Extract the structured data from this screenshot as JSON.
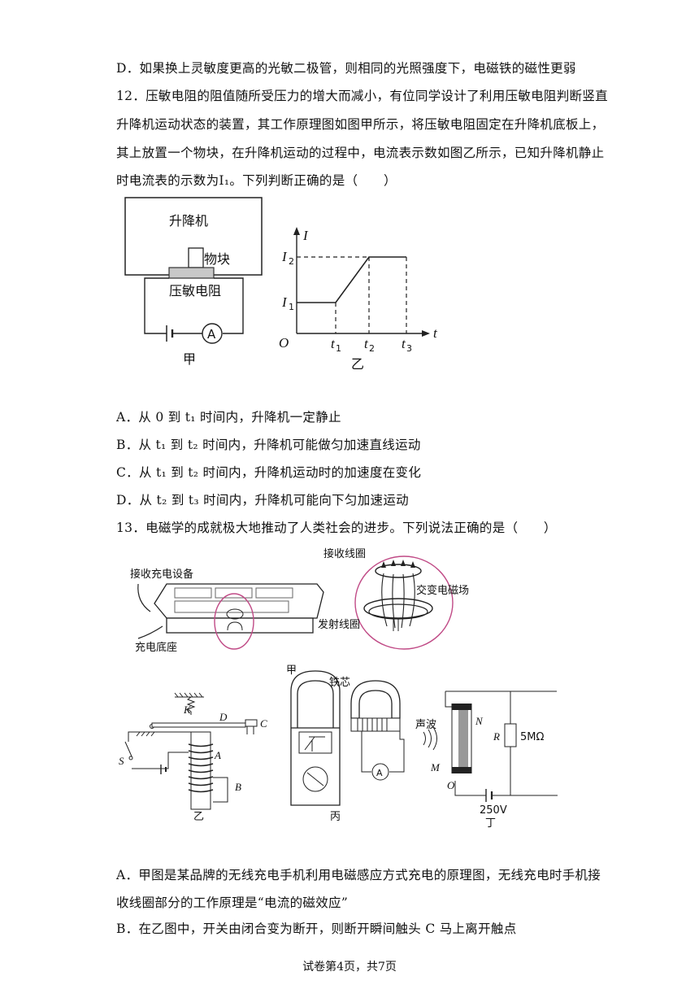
{
  "lines": {
    "l0": "D．如果换上灵敏度更高的光敏二极管，则相同的光照强度下，电磁铁的磁性更弱",
    "q12_l1": "12．压敏电阻的阻值随所受压力的增大而减小，有位同学设计了利用压敏电阻判断竖直",
    "q12_l2": "升降机运动状态的装置，其工作原理图如图甲所示，将压敏电阻固定在升降机底板上，",
    "q12_l3": "其上放置一个物块，在升降机运动的过程中，电流表示数如图乙所示，已知升降机静止",
    "q12_l4": "时电流表的示数为I₁。下列判断正确的是（　　）",
    "q12_A": "A．从 0 到 t₁ 时间内，升降机一定静止",
    "q12_B": "B．从 t₁ 到 t₂ 时间内，升降机可能做匀加速直线运动",
    "q12_C": "C．从 t₁ 到 t₂ 时间内，升降机运动时的加速度在变化",
    "q12_D": "D．从 t₂ 到 t₃ 时间内，升降机可能向下匀加速运动",
    "q13_l1": "13．电磁学的成就极大地推动了人类社会的进步。下列说法正确的是（　　）",
    "q13_A1": "A．甲图是某品牌的无线充电手机利用电磁感应方式充电的原理图，无线充电时手机接",
    "q13_A2": "收线圈部分的工作原理是“电流的磁效应”",
    "q13_B": "B．在乙图中，开关由闭合变为断开，则断开瞬间触头 C 马上离开触点"
  },
  "fig12": {
    "elevator": "升降机",
    "block": "物块",
    "resistor": "压敏电阻",
    "ammeter": "A",
    "jia": "甲",
    "yi": "乙",
    "axis_I": "I",
    "axis_t": "t",
    "origin": "O",
    "I1": "I",
    "I1_sub": "1",
    "I2": "I",
    "I2_sub": "2",
    "t1": "t",
    "t1_sub": "1",
    "t2": "t",
    "t2_sub": "2",
    "t3": "t",
    "t3_sub": "3"
  },
  "fig13": {
    "receiver_device": "接收充电设备",
    "charging_base": "充电底座",
    "receiving_coil": "接收线圈",
    "alt_field": "交变电磁场",
    "transmit_coil": "发射线圈",
    "jia": "甲",
    "K": "K",
    "D": "D",
    "C": "C",
    "S": "S",
    "A": "A",
    "B": "B",
    "yi": "乙",
    "iron_core": "铁芯",
    "ammeter": "A",
    "bing": "丙",
    "sound": "声波",
    "N": "N",
    "M": "M",
    "O": "O",
    "R": "R",
    "R_val": "5MΩ",
    "voltage": "250V",
    "ding": "丁"
  },
  "footer": "试卷第4页，共7页"
}
